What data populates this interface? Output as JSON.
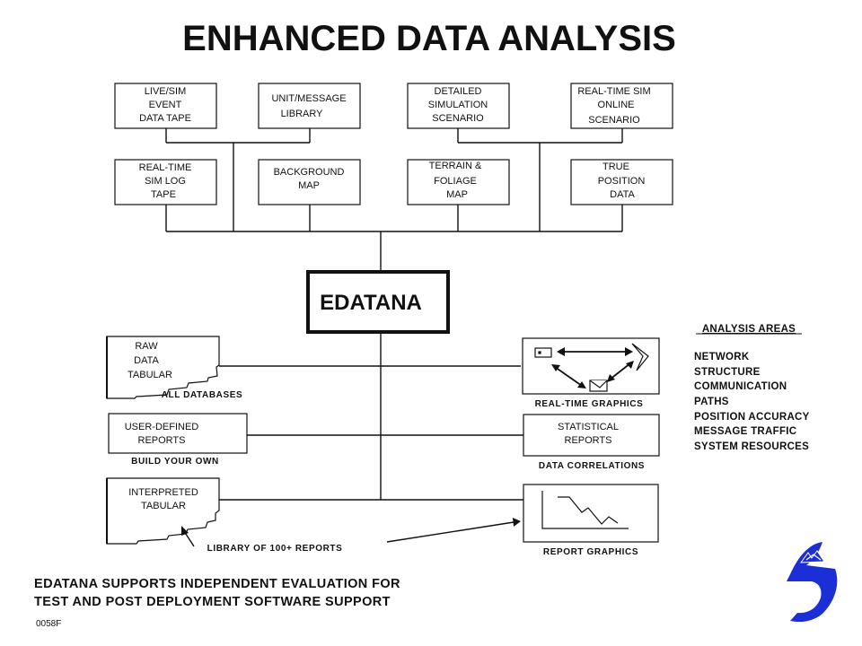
{
  "title": "ENHANCED DATA ANALYSIS",
  "center_label": "EDATANA",
  "inputs_row1": [
    {
      "lines": [
        "LIVE/SIM",
        "EVENT",
        "DATA TAPE"
      ]
    },
    {
      "lines": [
        "UNIT/MESSAGE",
        "LIBRARY"
      ]
    },
    {
      "lines": [
        "DETAILED",
        "SIMULATION",
        "SCENARIO"
      ]
    },
    {
      "lines": [
        "REAL-TIME SIM",
        "ONLINE",
        "SCENARIO"
      ]
    }
  ],
  "inputs_row2": [
    {
      "lines": [
        "REAL-TIME",
        "SIM  LOG",
        "TAPE"
      ]
    },
    {
      "lines": [
        "BACKGROUND",
        "MAP"
      ]
    },
    {
      "lines": [
        "TERRAIN &",
        "FOLIAGE",
        "MAP"
      ]
    },
    {
      "lines": [
        "TRUE",
        "POSITION",
        "DATA"
      ]
    }
  ],
  "outputs_left": [
    {
      "lines": [
        "RAW",
        "DATA",
        "TABULAR"
      ],
      "caption": "ALL  DATABASES"
    },
    {
      "lines": [
        "USER-DEFINED",
        "REPORTS"
      ],
      "caption": "BUILD  YOUR  OWN"
    },
    {
      "lines": [
        "INTERPRETED",
        "TABULAR"
      ],
      "caption": "LIBRARY  OF  100+  REPORTS"
    }
  ],
  "outputs_right": [
    {
      "caption": "REAL-TIME GRAPHICS"
    },
    {
      "lines": [
        "STATISTICAL",
        "REPORTS"
      ],
      "caption": "DATA  CORRELATIONS"
    },
    {
      "caption": "REPORT GRAPHICS"
    }
  ],
  "analysis_areas": {
    "heading": "ANALYSIS  AREAS",
    "items": [
      "NETWORK",
      "STRUCTURE",
      "COMMUNICATION",
      "PATHS",
      "POSITION  ACCURACY",
      "MESSAGE  TRAFFIC",
      "SYSTEM  RESOURCES"
    ]
  },
  "footer": {
    "line1": "EDATANA SUPPORTS INDEPENDENT EVALUATION FOR",
    "line2": "TEST AND POST DEPLOYMENT SOFTWARE SUPPORT",
    "code": "0058F"
  },
  "colors": {
    "logo": "#1c2fd6",
    "ink": "#111111"
  }
}
